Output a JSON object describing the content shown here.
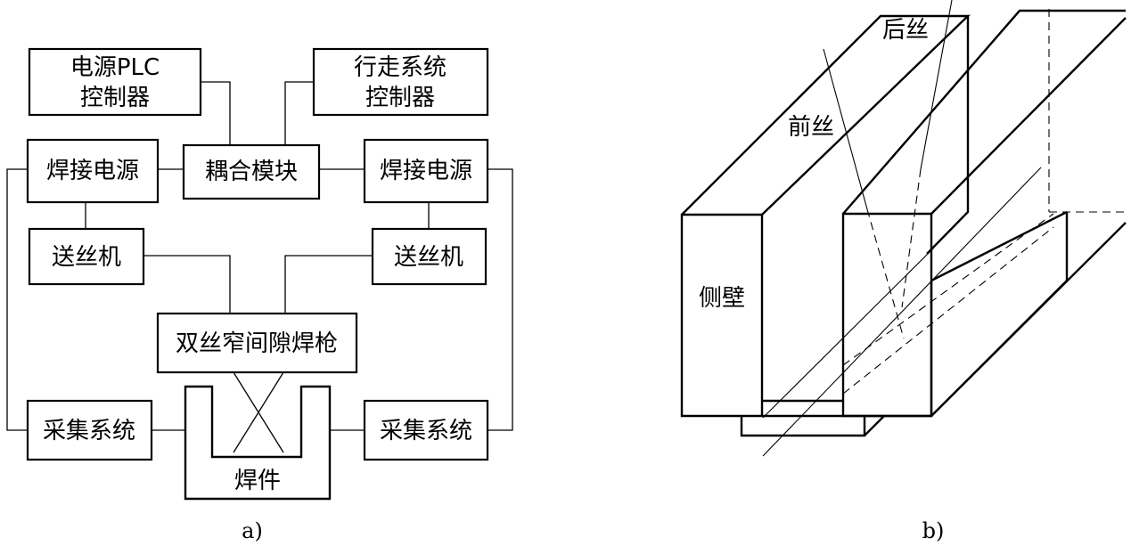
{
  "part_a": {
    "caption": "a)",
    "power_plc": [
      "电源PLC",
      "控制器"
    ],
    "travel_ctrl": [
      "行走系统",
      "控制器"
    ],
    "weld_power_left": "焊接电源",
    "coupling": "耦合模块",
    "weld_power_right": "焊接电源",
    "feeder_left": "送丝机",
    "feeder_right": "送丝机",
    "torch": "双丝窄间隙焊枪",
    "daq_left": "采集系统",
    "daq_right": "采集系统",
    "workpiece": "焊件"
  },
  "part_b": {
    "caption": "b)",
    "rear_wire": "后丝",
    "front_wire": "前丝",
    "side_wall": "侧壁"
  }
}
